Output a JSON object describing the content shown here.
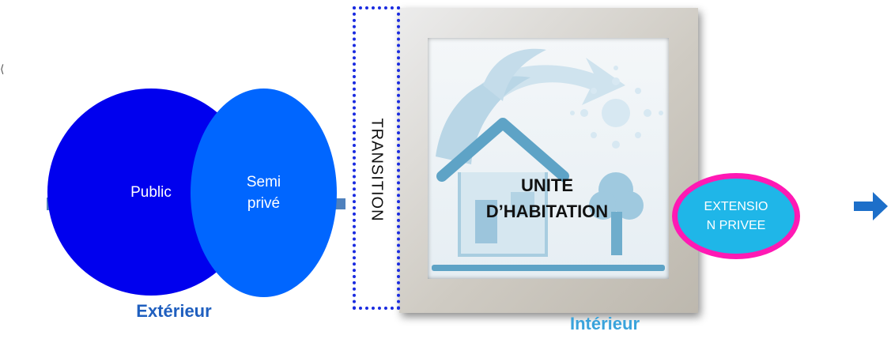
{
  "diagram": {
    "ellipses": {
      "public_label": "Public",
      "semi_prive_label": "Semi\nprivé"
    },
    "exterieur_label": "Extérieur",
    "transition_label": "TRANSITION",
    "unite_label": "UNITE\nD’HABITATION",
    "interieur_label": "Intérieur",
    "extension_label": "EXTENSIO\nN PRIVEE",
    "icons": {
      "house_picture": "eco-house-icon",
      "arrow": "arrow-right-icon"
    },
    "colors": {
      "public": "#0000ee",
      "semi_prive": "#0066ff",
      "exterieur_text": "#1f5fbf",
      "interieur_text": "#3aa3db",
      "transition_border": "#1a2be0",
      "extension_fill": "#1fb6e8",
      "extension_border": "#ff19b4",
      "connector": "#4f81bd"
    }
  }
}
